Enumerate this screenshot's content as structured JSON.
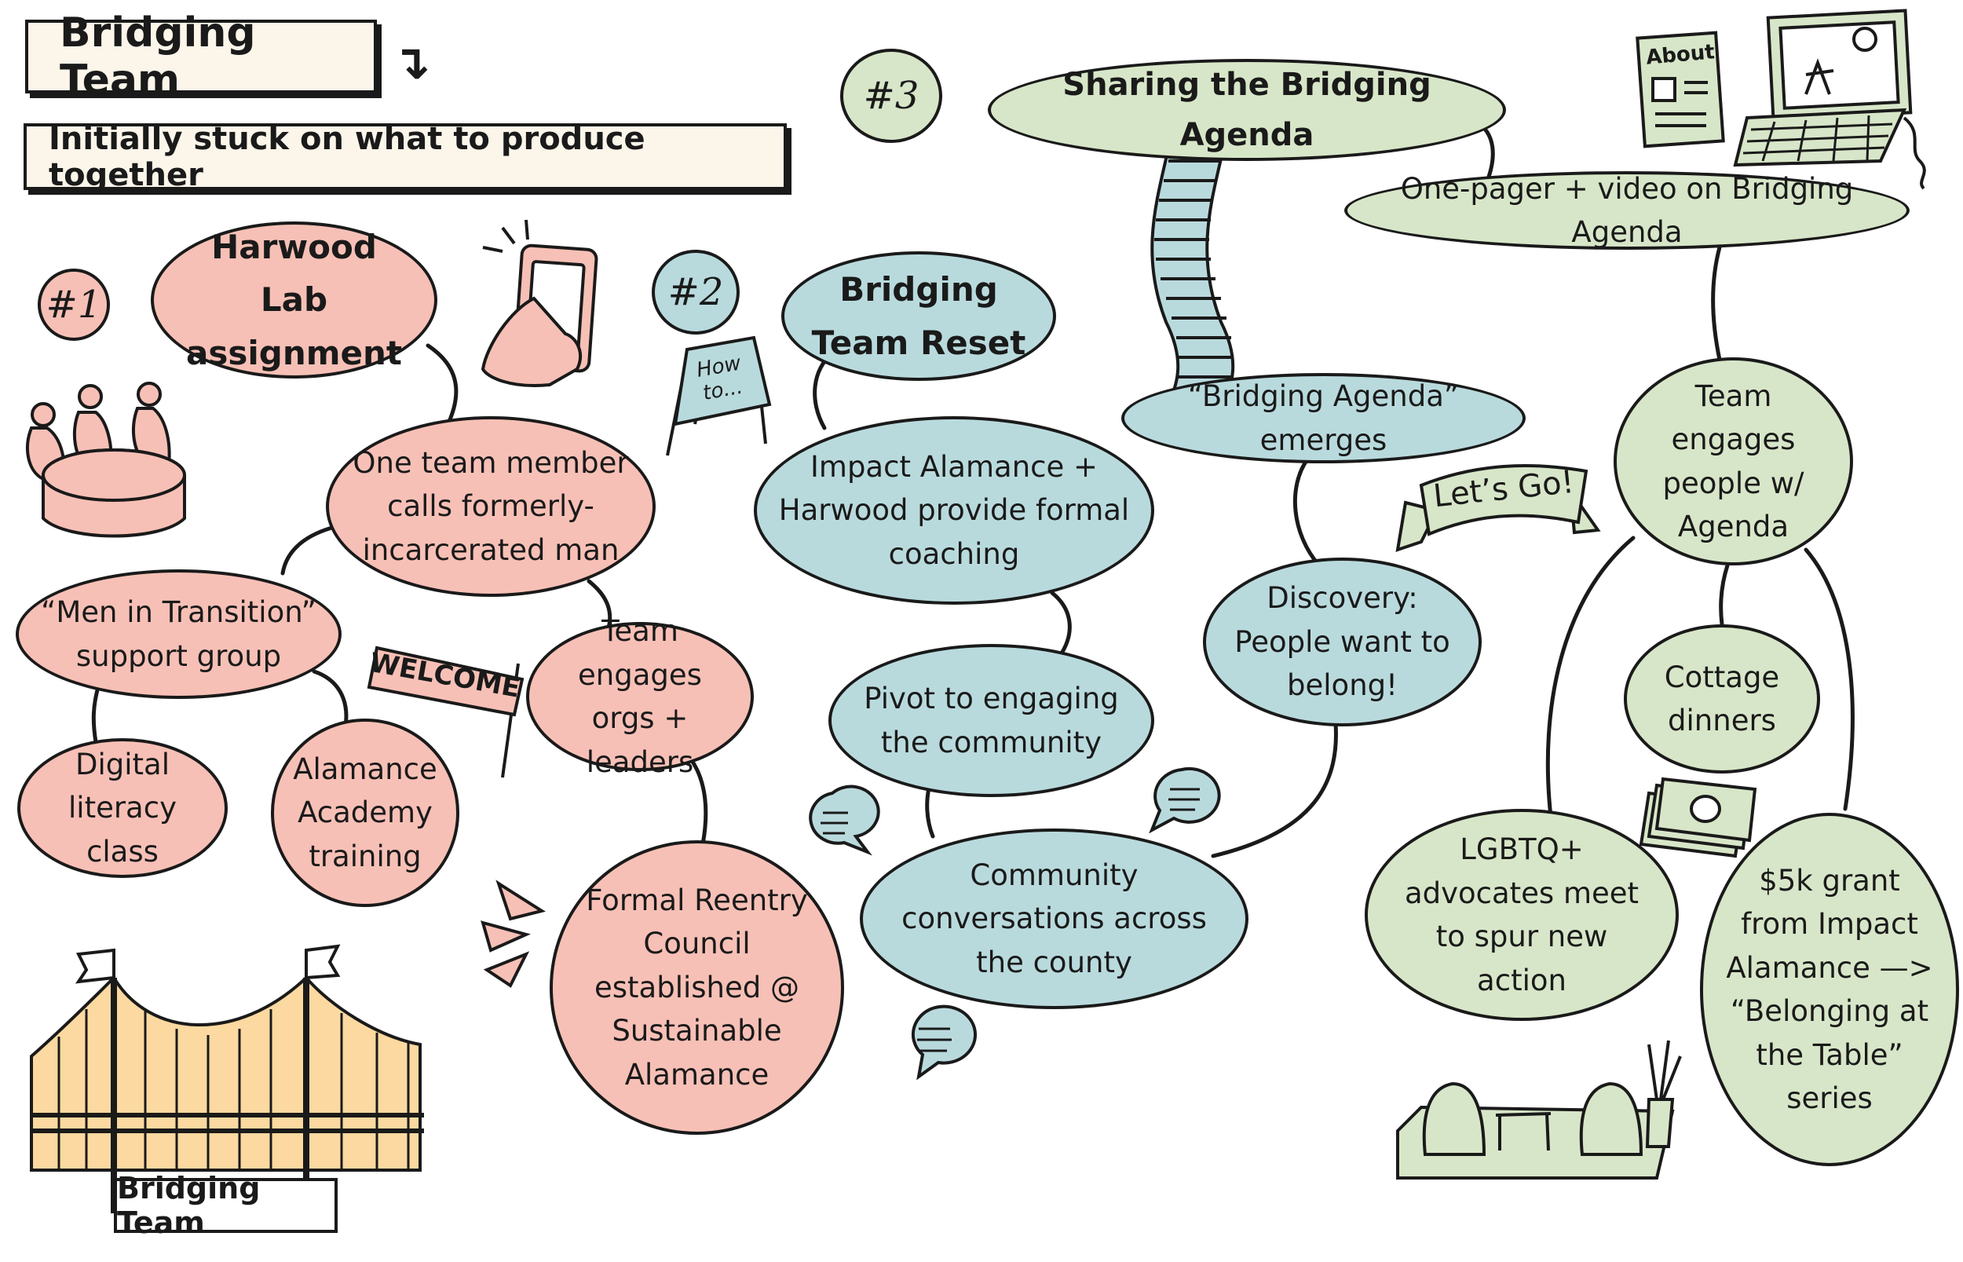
{
  "header": {
    "title": "Bridging Team",
    "subtitle": "Initially stuck on what to produce together"
  },
  "steps": [
    "#1",
    "#2",
    "#3"
  ],
  "nodes": {
    "harwood_lab": "Harwood Lab assignment",
    "calls_man": "One team member calls formerly-incarcerated man",
    "men_transition": "“Men in Transition” support group",
    "digital_literacy": "Digital literacy class",
    "alamance_academy": "Alamance Academy training",
    "team_orgs": "Team engages orgs + leaders",
    "reentry_council": "Formal Reentry Council established @ Sustainable Alamance",
    "team_reset": "Bridging Team Reset",
    "impact_coaching": "Impact Alamance + Harwood provide formal coaching",
    "pivot": "Pivot to engaging the community",
    "community_conv": "Community conversations across the county",
    "sharing_agenda": "Sharing the Bridging Agenda",
    "agenda_emerges": "“Bridging Agenda” emerges",
    "discovery": "Discovery: People want to belong!",
    "one_pager": "One-pager + video on Bridging Agenda",
    "team_engages_agenda": "Team engages people w/ Agenda",
    "cottage_dinners": "Cottage dinners",
    "lgbtq": "LGBTQ+ advocates meet to spur new action",
    "grant": "$5k grant from Impact Alamance —> “Belonging at the Table” series"
  },
  "doodles": {
    "how_to": "How to...",
    "welcome": "WELCOME",
    "lets_go": "Let’s Go!",
    "about": "About",
    "bridge_sign": "Bridging Team"
  },
  "colors": {
    "pink": "#f7c0b6",
    "blue": "#b9dadd",
    "green": "#d7e6c8",
    "bridge": "#fbd9a0",
    "ink": "#1a1a1a"
  },
  "icons": [
    "phone-icon",
    "meeting-table-icon",
    "sign-icon",
    "speech-bubble-icon",
    "stairs-icon",
    "laptop-icon",
    "document-icon",
    "money-icon",
    "couch-icon",
    "bridge-icon",
    "flag-banner-icon",
    "megaphone-icon"
  ]
}
